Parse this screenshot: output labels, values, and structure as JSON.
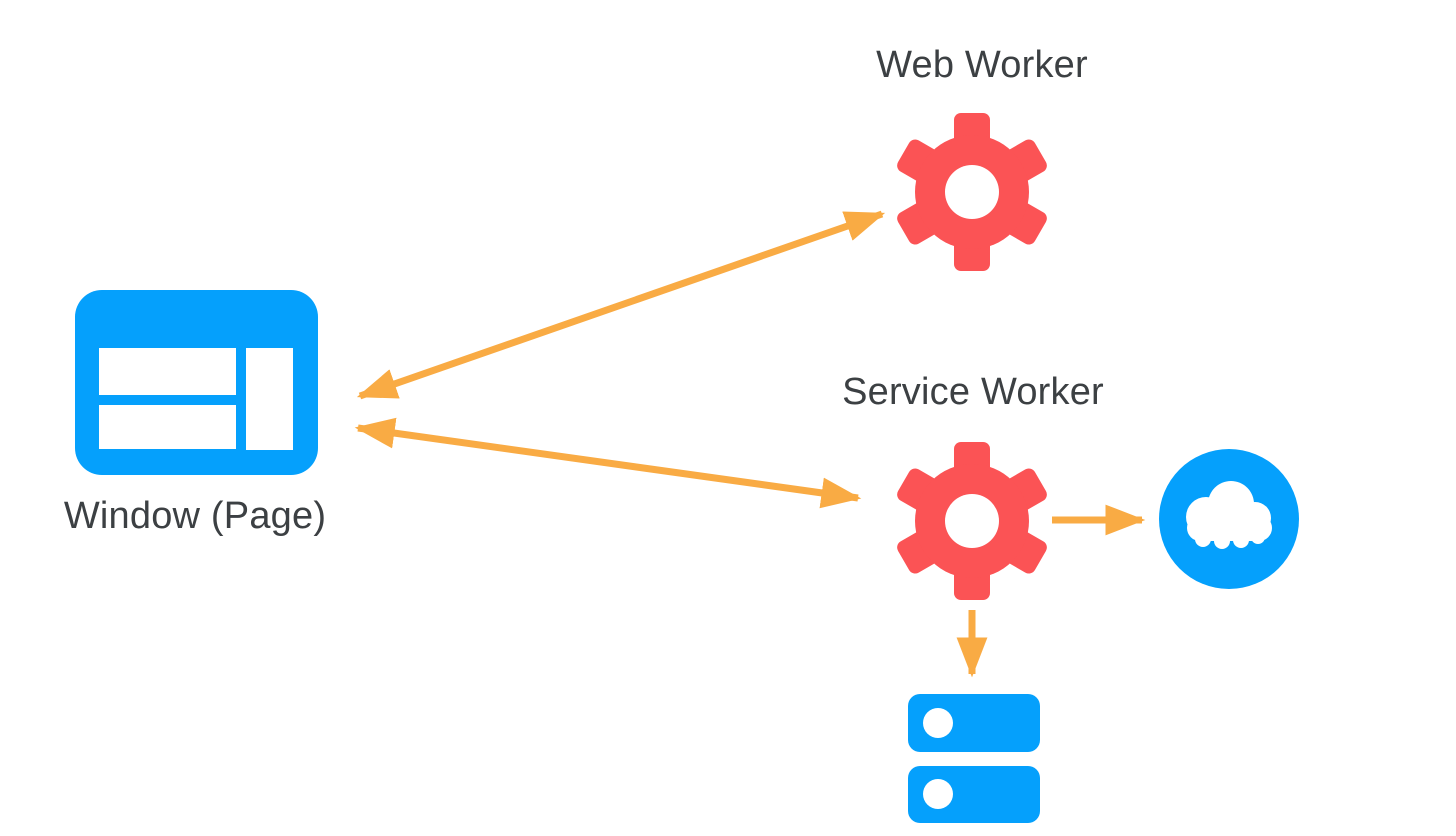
{
  "diagram": {
    "title": "Window, Web Worker and Service Worker communication diagram",
    "colors": {
      "blue": "#05A0FC",
      "red": "#FB5355",
      "orange": "#F9AB44",
      "text": "#3C4043",
      "bg": "#FFFFFF"
    },
    "nodes": {
      "web_worker": {
        "label": "Web Worker",
        "icon": "gear-icon",
        "icon_color": "red"
      },
      "window_page": {
        "label": "Window (Page)",
        "icon": "browser-window-icon",
        "icon_color": "blue"
      },
      "service_worker": {
        "label": "Service Worker",
        "icon": "gear-icon",
        "icon_color": "red"
      },
      "network": {
        "label": "",
        "icon": "cloud-icon",
        "icon_color": "blue"
      },
      "storage": {
        "label": "",
        "icon": "storage-stack-icon",
        "icon_color": "blue"
      }
    },
    "edges": [
      {
        "from": "window_page",
        "to": "web_worker",
        "direction": "bidirectional"
      },
      {
        "from": "window_page",
        "to": "service_worker",
        "direction": "bidirectional"
      },
      {
        "from": "service_worker",
        "to": "network",
        "direction": "forward"
      },
      {
        "from": "service_worker",
        "to": "storage",
        "direction": "forward"
      }
    ]
  }
}
